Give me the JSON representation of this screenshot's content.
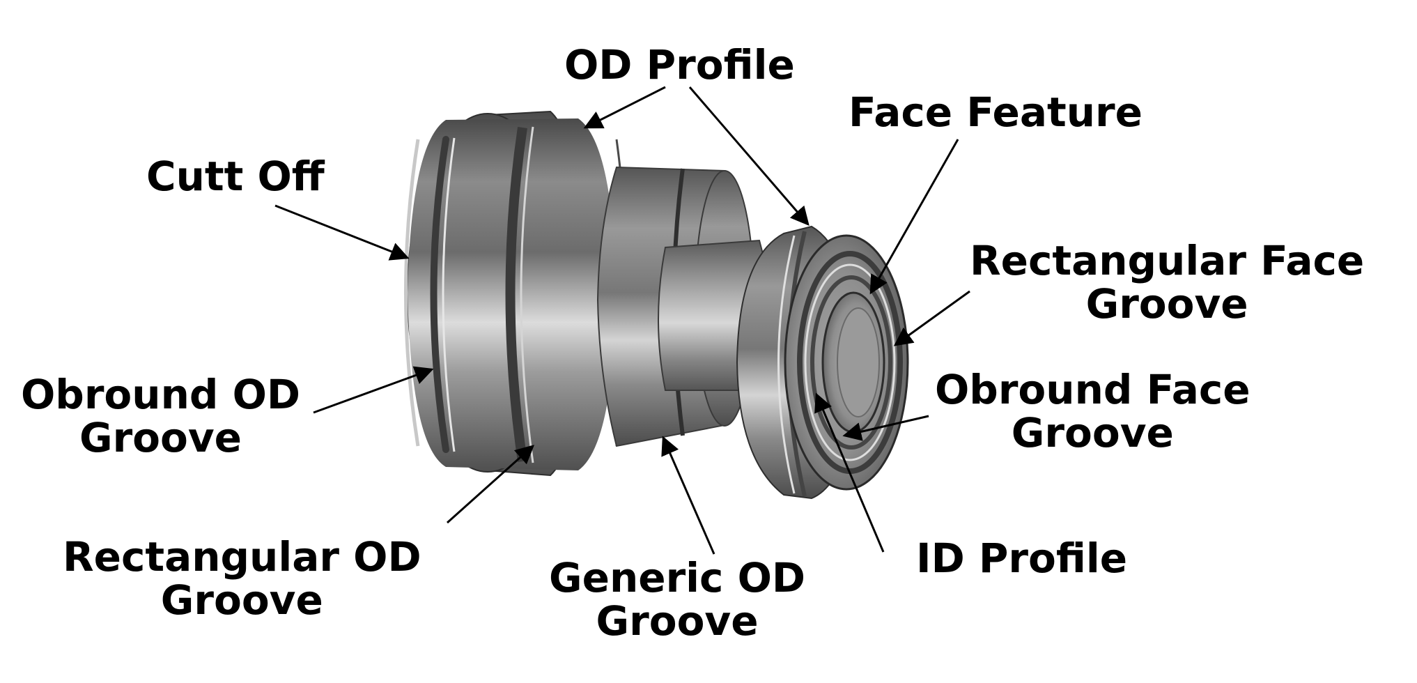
{
  "labels": {
    "od_profile": "OD Profile",
    "face_feature": "Face Feature",
    "cutt_off": "Cutt Off",
    "rectangular_face_groove": [
      "Rectangular Face",
      "Groove"
    ],
    "obround_od_groove": [
      "Obround OD",
      "Groove"
    ],
    "obround_face_groove": [
      "Obround Face",
      "Groove"
    ],
    "id_profile": "ID Profile",
    "rectangular_od_groove": [
      "Rectangular OD",
      "Groove"
    ],
    "generic_od_groove": [
      "Generic OD",
      "Groove"
    ]
  },
  "colors": {
    "text": "#000000",
    "leader": "#000000",
    "metal_dark": "#3f3f3f",
    "metal_mid": "#8a8a8a",
    "metal_light": "#d9d9d9",
    "background": "#ffffff"
  }
}
